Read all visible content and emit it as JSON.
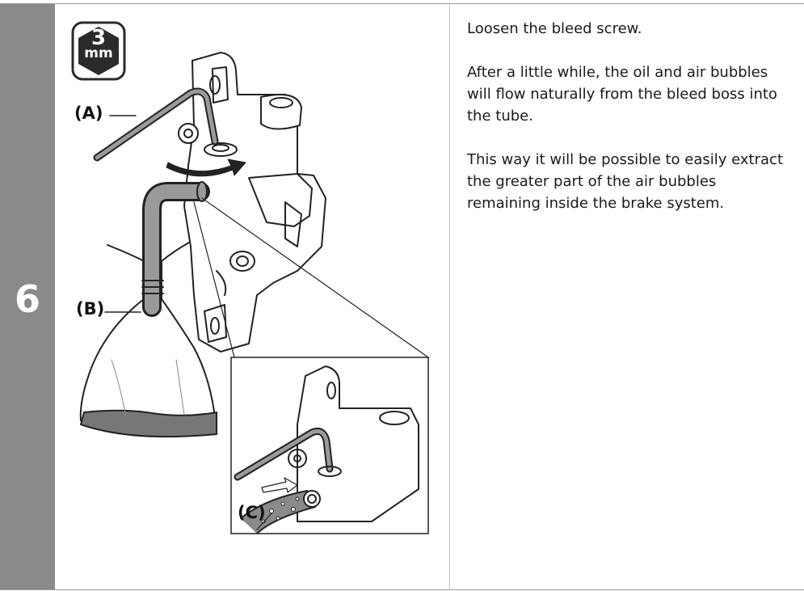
{
  "step": {
    "number": "6"
  },
  "tool": {
    "size": "3",
    "unit": "mm",
    "icon": "hex-wrench-size-badge-icon"
  },
  "labels": {
    "a": "(A)",
    "b": "(B)",
    "c": "(C)"
  },
  "instructions": [
    "Loosen the bleed screw.",
    "After a little while, the oil and air bubbles will flow naturally from the bleed boss into the tube.",
    "This way it will be possible to easily extract the greater part of the air bubbles remaining inside the brake system."
  ],
  "colors": {
    "step_bar": "#8a8a8a",
    "badge": "#2b2b2b",
    "oil": "#777777",
    "line": "#222222"
  }
}
